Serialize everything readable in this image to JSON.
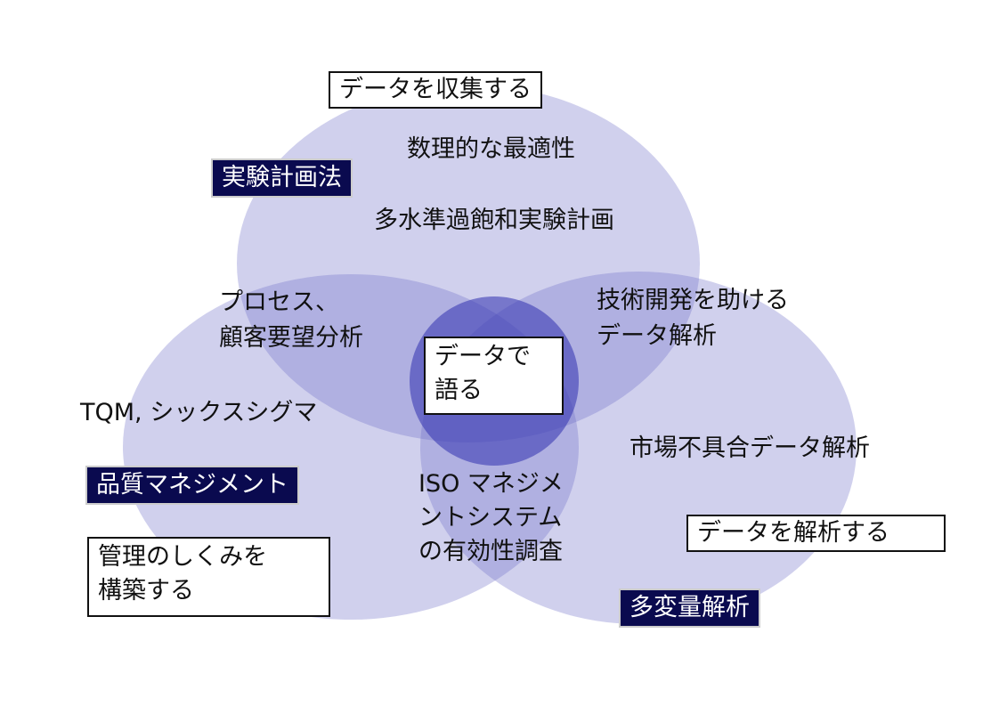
{
  "circles": {
    "top_label": "データを収集する",
    "left_label": "管理のしくみを構築する",
    "right_label": "データを解析する",
    "center_label": "データで語る"
  },
  "tags": {
    "top": "実験計画法",
    "left": "品質マネジメント",
    "right": "多変量解析"
  },
  "texts": {
    "top1": "数理的な最適性",
    "top2": "多水準過飽和実験計画",
    "top_left1": "プロセス、",
    "top_left2": "顧客要望分析",
    "top_right1": "技術開発を助ける",
    "top_right2": "データ解析",
    "left1": "TQM, シックスシグマ",
    "right1": "市場不具合データ解析",
    "bottom1": "ISO マネジメ",
    "bottom2": "ントシステム",
    "bottom3": "の有効性調査"
  },
  "labels_split": {
    "left_a": "管理のしくみを",
    "left_b": "構築する",
    "center_a": "データで",
    "center_b": "語る"
  },
  "colors": {
    "ellipse": "#6c6cc8",
    "center": "#3c3cb4",
    "tag_bg": "#0a0a4f"
  }
}
